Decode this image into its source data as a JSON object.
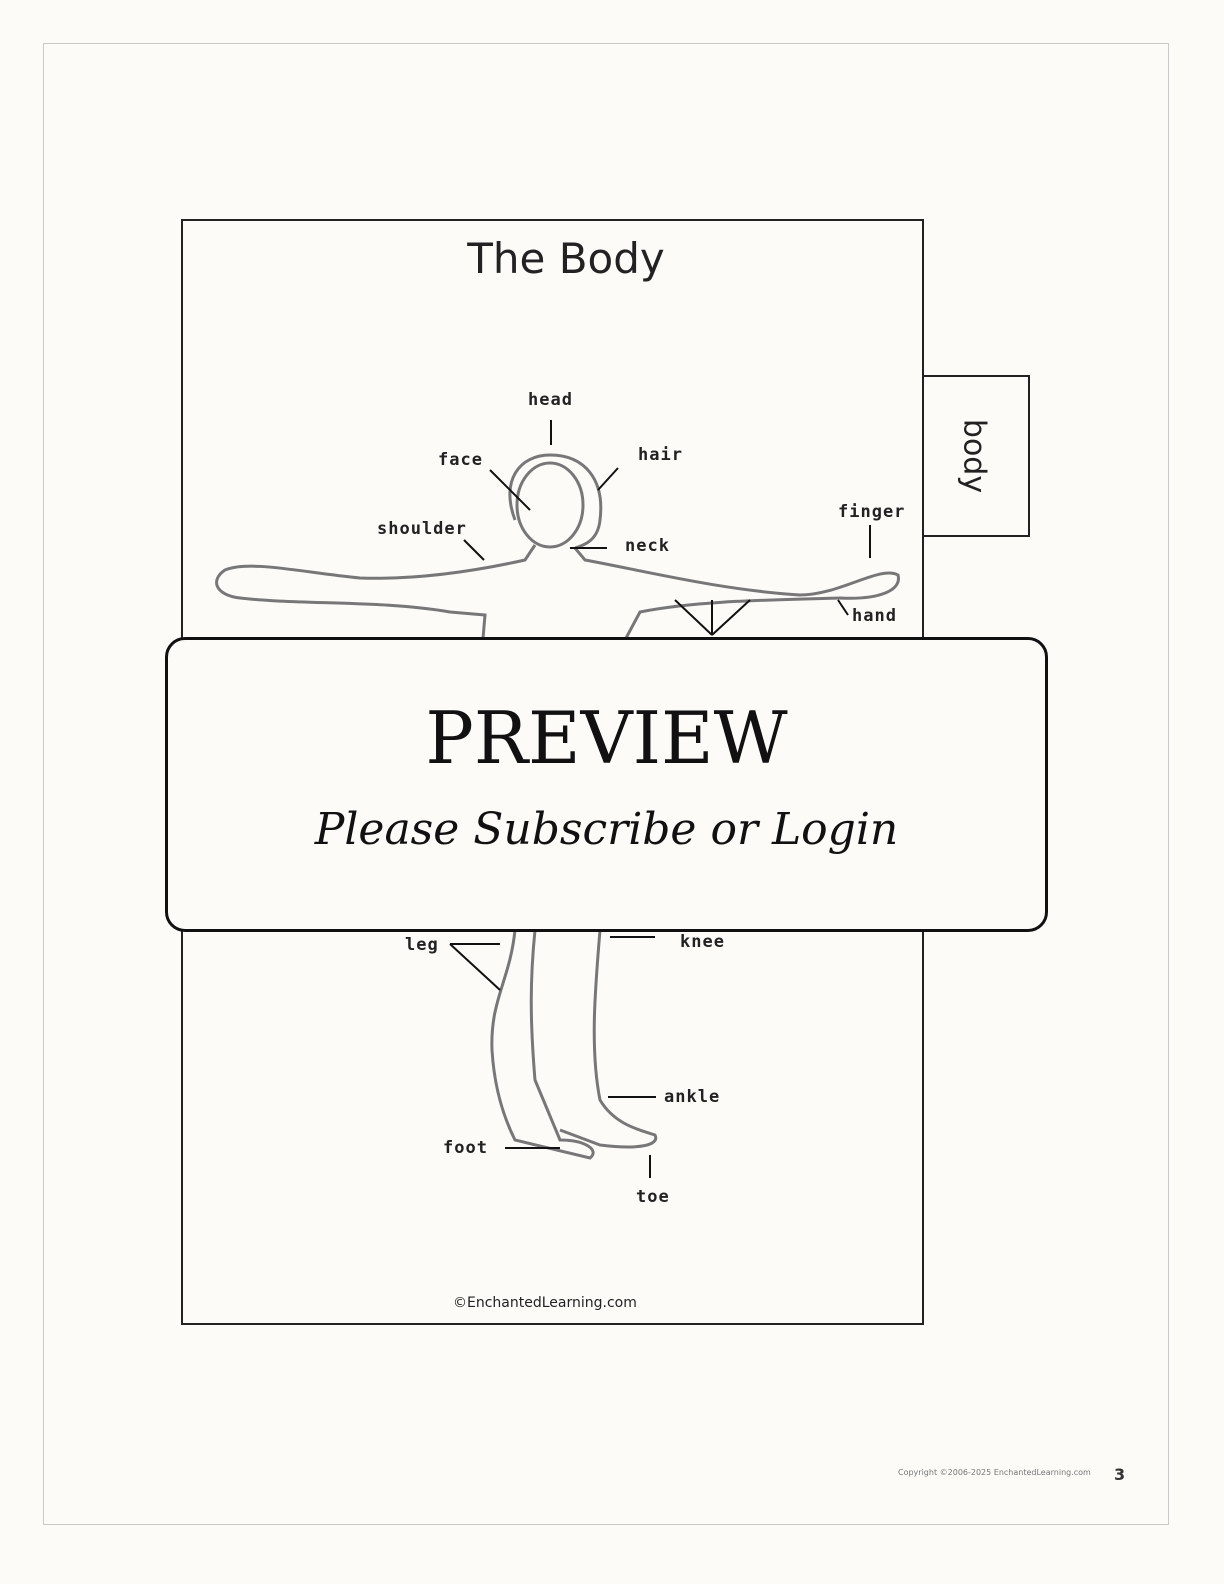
{
  "worksheet": {
    "title": "The Body",
    "tab_label": "body",
    "labels": {
      "head": "head",
      "face": "face",
      "hair": "hair",
      "shoulder": "shoulder",
      "neck": "neck",
      "finger": "finger",
      "hand": "hand",
      "leg": "leg",
      "knee": "knee",
      "ankle": "ankle",
      "foot": "foot",
      "toe": "toe"
    },
    "credit": "©EnchantedLearning.com"
  },
  "overlay": {
    "heading": "PREVIEW",
    "subheading": "Please Subscribe or Login"
  },
  "footer": {
    "copyright": "Copyright ©2006-2025 EnchantedLearning.com",
    "page_number": "3"
  }
}
